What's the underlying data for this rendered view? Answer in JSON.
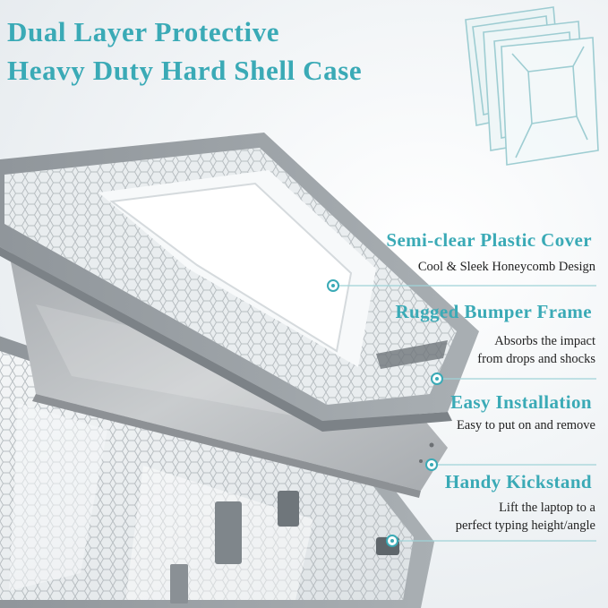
{
  "title": {
    "line1": "Dual Layer Protective",
    "line2": "Heavy Duty Hard Shell Case"
  },
  "features": [
    {
      "heading": "Semi-clear Plastic Cover",
      "desc": [
        "Cool & Sleek Honeycomb Design"
      ]
    },
    {
      "heading": "Rugged Bumper Frame",
      "desc": [
        "Absorbs the impact",
        "from drops and shocks"
      ]
    },
    {
      "heading": "Easy Installation",
      "desc": [
        "Easy to put on and remove"
      ]
    },
    {
      "heading": "Handy Kickstand",
      "desc": [
        "Lift the laptop to a",
        "perfect typing height/angle"
      ]
    }
  ],
  "colors": {
    "accent": "#3aaab6",
    "text": "#222222",
    "frame_grey": "#9aa0a5",
    "laptop_grey": "#b7babd"
  },
  "icons": [
    "layered-shell-icon",
    "callout-dot-icon"
  ]
}
